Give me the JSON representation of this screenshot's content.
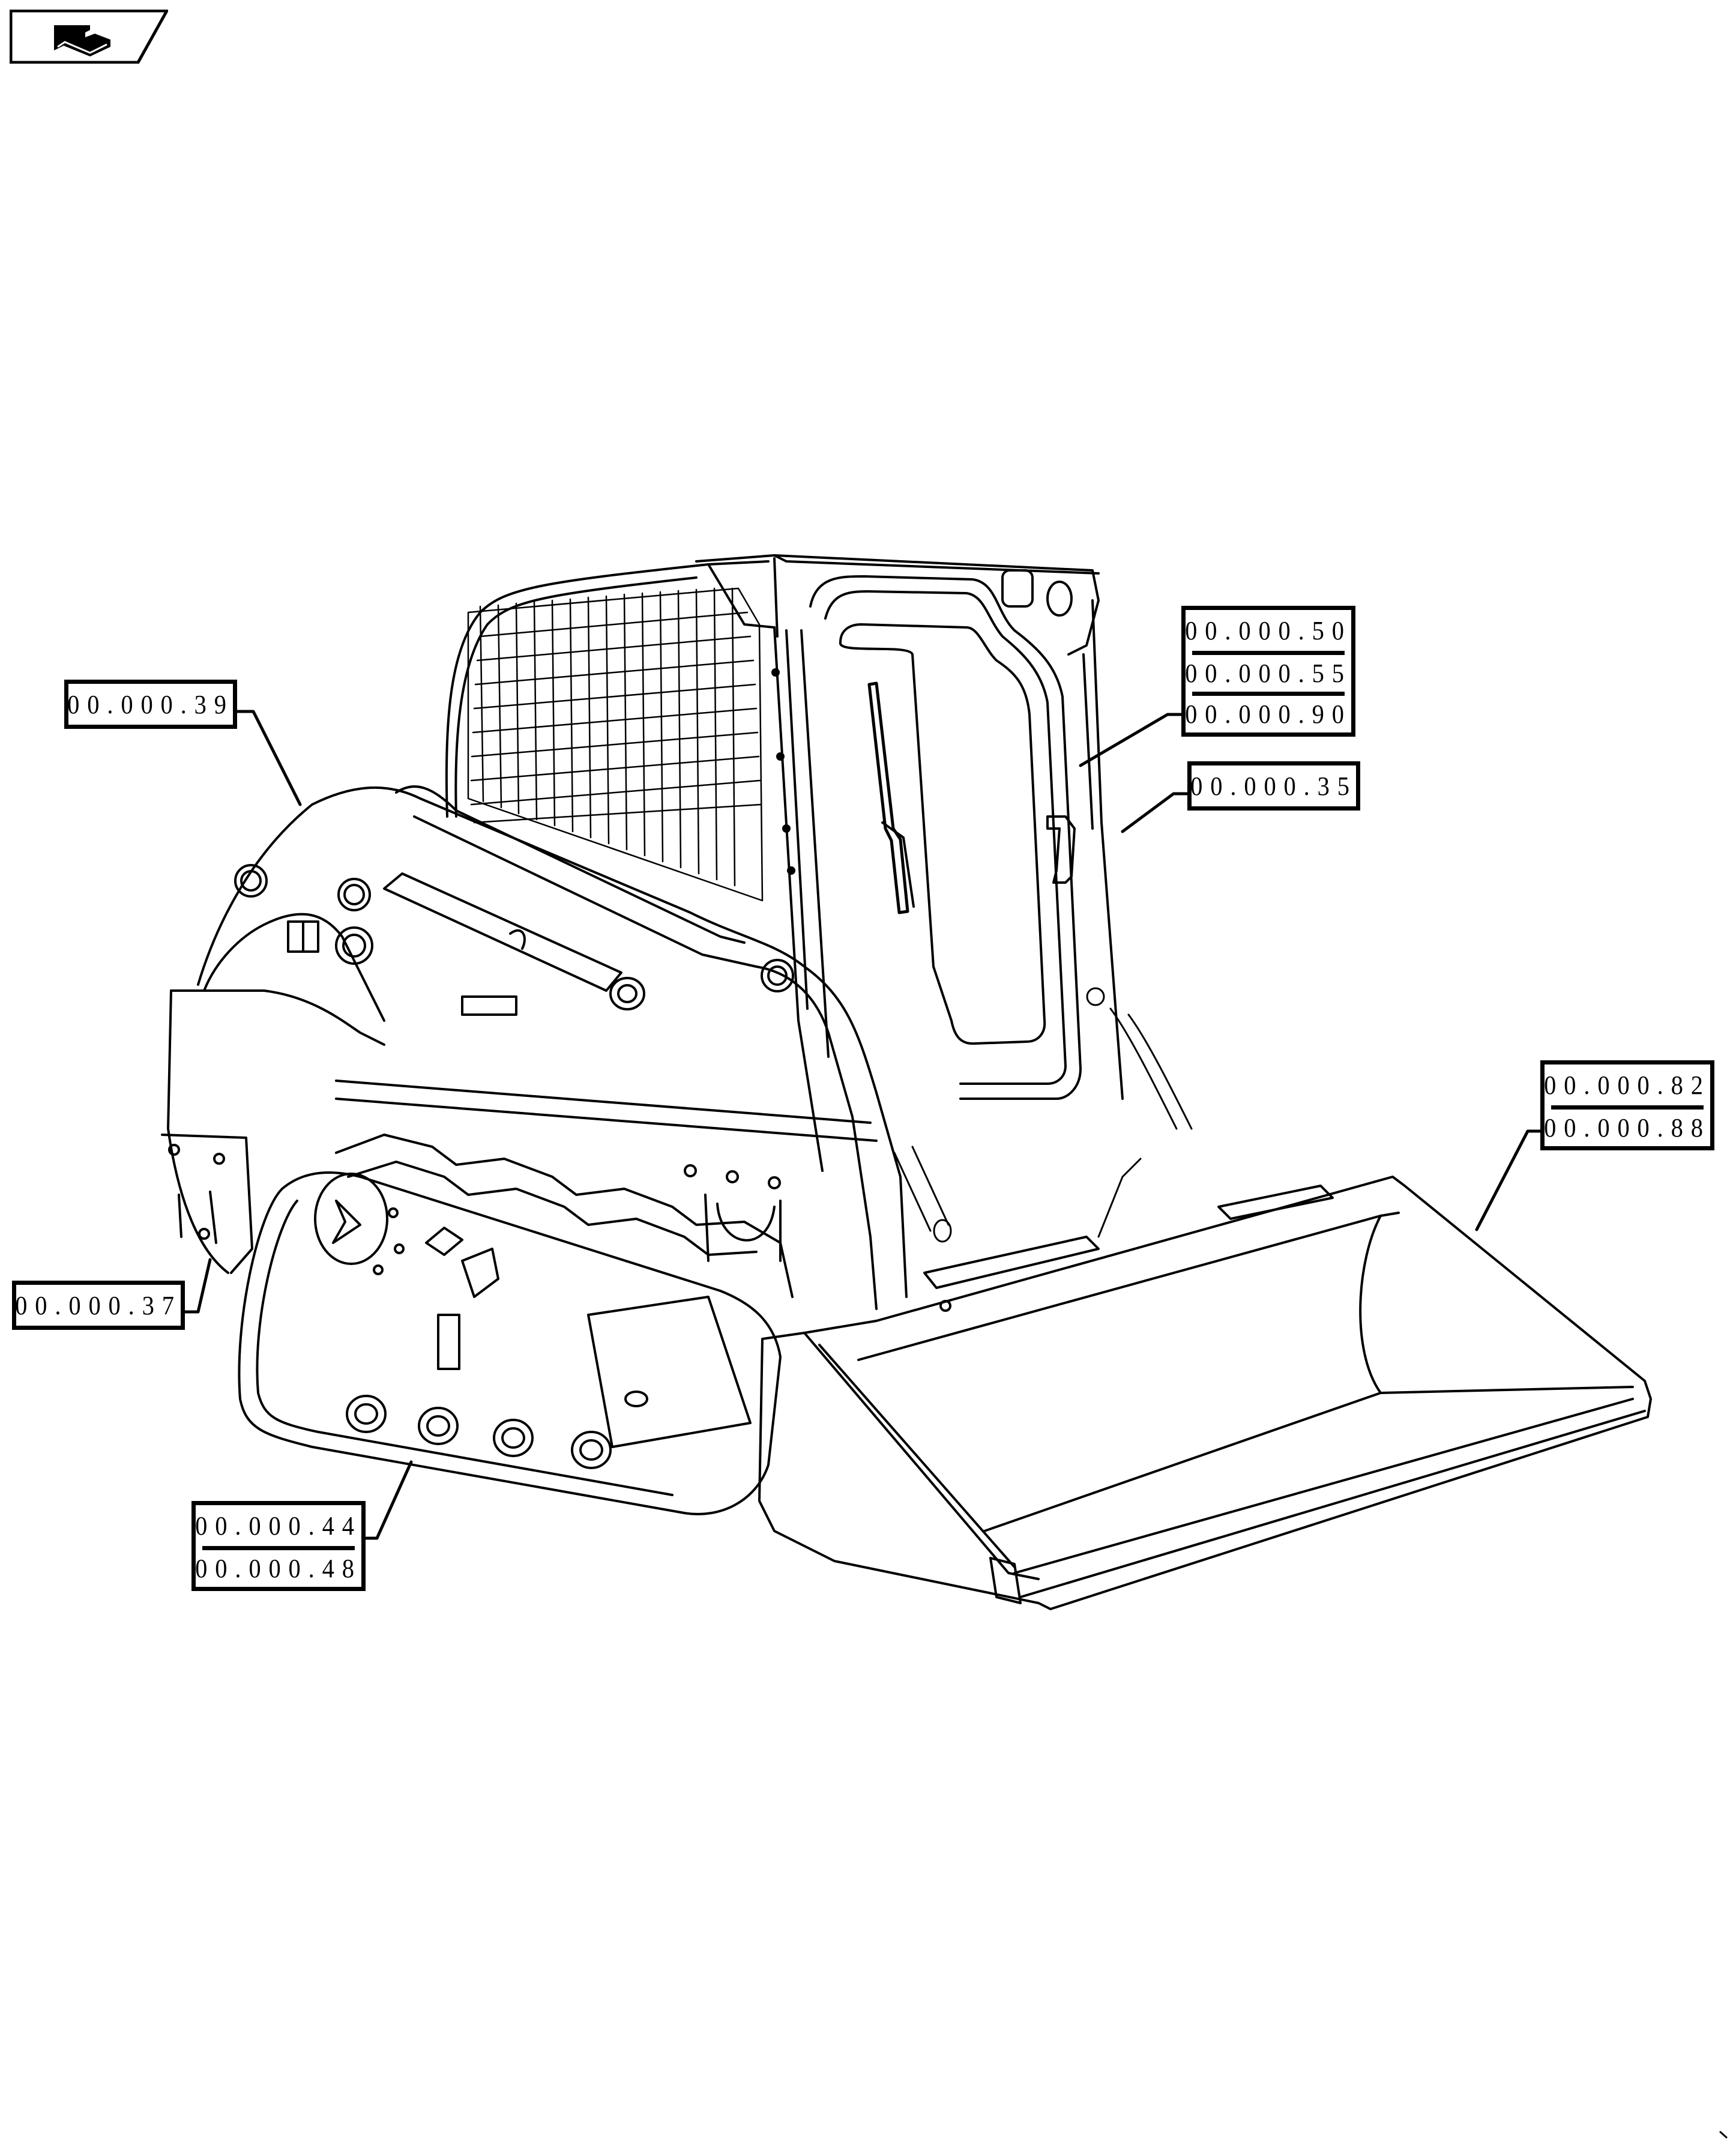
{
  "header": {
    "nav_icon": "return-to-index-icon"
  },
  "diagram": {
    "subject": "compact track loader exploded reference view",
    "line_color": "#000000",
    "background": "#ffffff"
  },
  "callouts": [
    {
      "id": "c39",
      "refs": [
        "00.000.39"
      ]
    },
    {
      "id": "c50",
      "refs": [
        "00.000.50",
        "00.000.55",
        "00.000.90"
      ]
    },
    {
      "id": "c35",
      "refs": [
        "00.000.35"
      ]
    },
    {
      "id": "c82",
      "refs": [
        "00.000.82",
        "00.000.88"
      ]
    },
    {
      "id": "c37",
      "refs": [
        "00.000.37"
      ]
    },
    {
      "id": "c44",
      "refs": [
        "00.000.44",
        "00.000.48"
      ]
    }
  ]
}
